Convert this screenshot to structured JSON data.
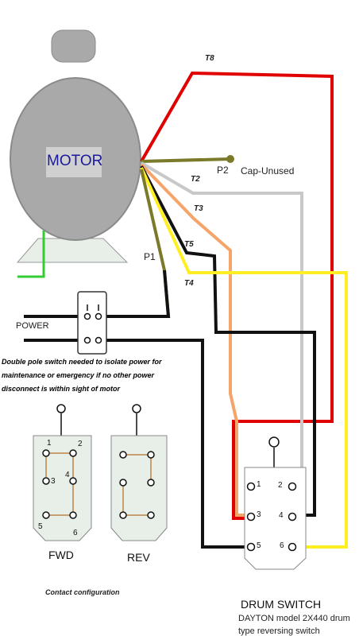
{
  "motor": {
    "label": "MOTOR"
  },
  "wires": {
    "t8": "T8",
    "t2": "T2",
    "t3": "T3",
    "t5": "T5",
    "t4": "T4",
    "p1": "P1",
    "p2": "P2",
    "cap": "Cap-Unused"
  },
  "power": {
    "label": "POWER",
    "note_line1": "Double pole switch needed to isolate power for",
    "note_line2": "maintenance or emergency if no other power",
    "note_line3": "disconnect is within sight of motor"
  },
  "fwd": {
    "label": "FWD",
    "t1": "1",
    "t2": "2",
    "t3": "3",
    "t4": "4",
    "t5": "5",
    "t6": "6"
  },
  "rev": {
    "label": "REV"
  },
  "contact_config": "Contact configuration",
  "drum": {
    "title": "DRUM SWITCH",
    "model_line1": "DAYTON model 2X440 drum",
    "model_line2": "type reversing switch",
    "t1": "1",
    "t2": "2",
    "t3": "3",
    "t4": "4",
    "t5": "5",
    "t6": "6"
  },
  "colors": {
    "red": "#e00000",
    "gray": "#c8c8c8",
    "orange": "#f5a46a",
    "black": "#111111",
    "yellow": "#ffee22",
    "olive": "#7a7a2a",
    "green": "#33cc33",
    "motor_gray": "#a9a9a9",
    "diagram_brown": "#c8a070"
  }
}
